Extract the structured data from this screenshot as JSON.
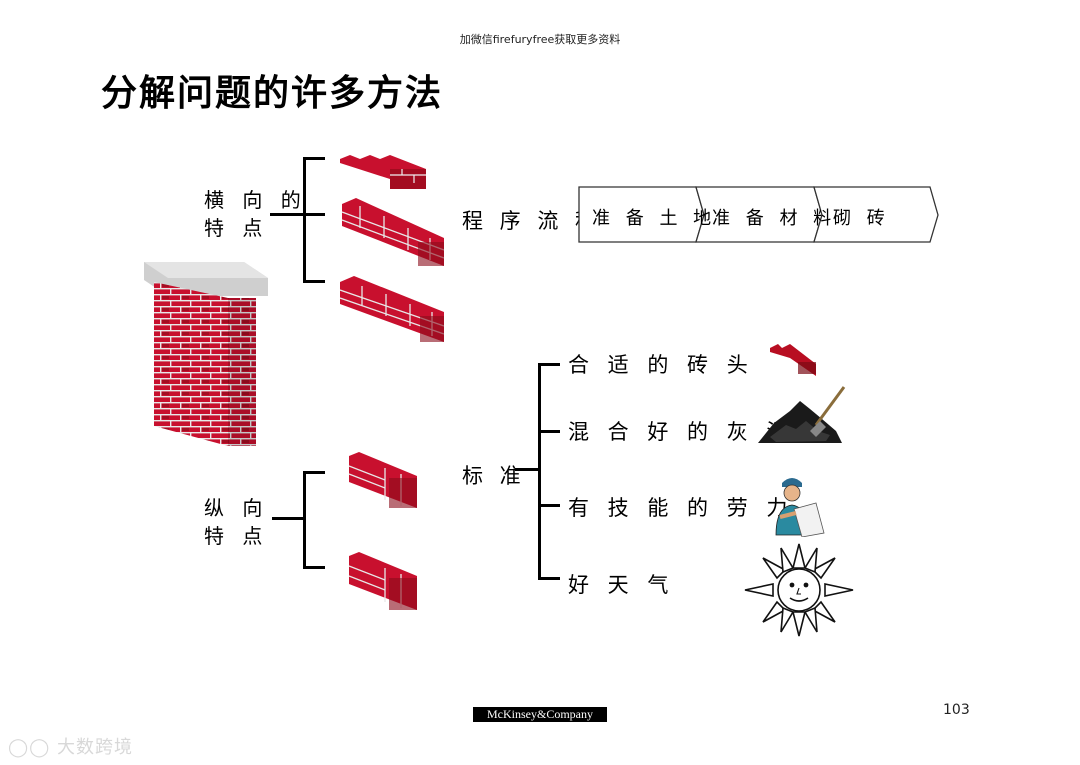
{
  "top_note": "加微信firefuryfree获取更多资料",
  "title": "分解问题的许多方法",
  "horizontal": {
    "line1": "横 向 的",
    "line2": "特 点"
  },
  "vertical": {
    "line1": "纵 向",
    "line2": "特 点"
  },
  "process": {
    "label": "程 序 流 程",
    "steps": [
      "准 备 土 地",
      "准 备 材 料",
      "砌 砖"
    ]
  },
  "standard": {
    "label": "标 准",
    "items": [
      "合 适 的 砖 头",
      "混 合 好 的 灰 泥",
      "有 技 能 的 劳 力",
      "好 天 气"
    ]
  },
  "footer": {
    "logo": "McKinsey&Company",
    "page": "103"
  },
  "watermark": "大数跨境",
  "colors": {
    "brick": "#c8102e",
    "brick_dark": "#7a0a14",
    "mortar": "#e6e6e6"
  }
}
